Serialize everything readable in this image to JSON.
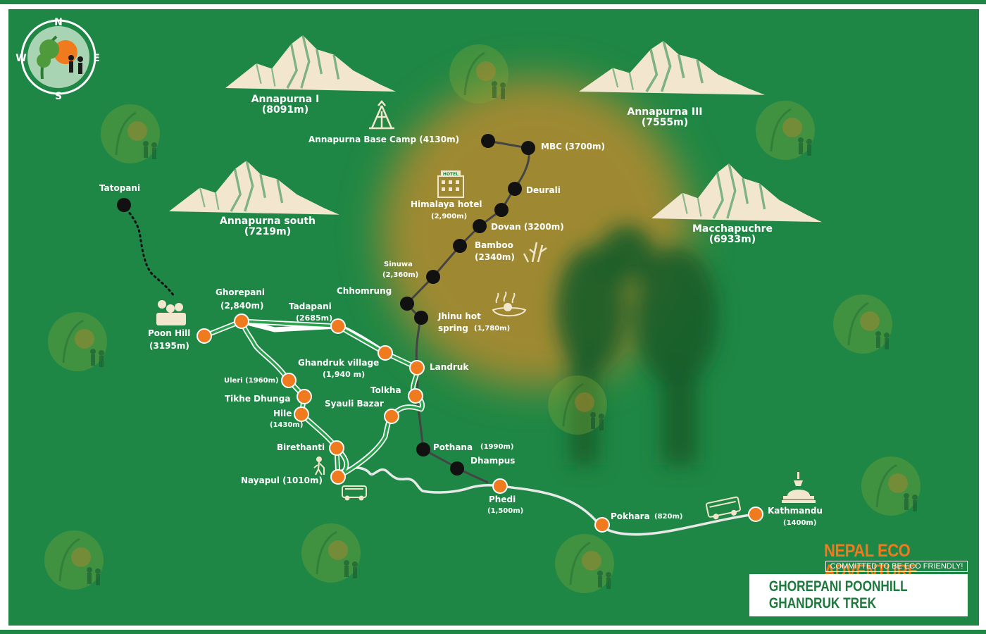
{
  "compass": {
    "n": "N",
    "s": "S",
    "e": "E",
    "w": "W"
  },
  "peaks": {
    "annapurna_1": {
      "name": "Annapurna I",
      "elev": "(8091m)"
    },
    "annapurna_3": {
      "name": "Annapurna III",
      "elev": "(7555m)"
    },
    "annapurna_south": {
      "name": "Annapurna south",
      "elev": "(7219m)"
    },
    "macchapuchre": {
      "name": "Macchapuchre",
      "elev": "(6933m)"
    }
  },
  "places": {
    "abc": "Annapurna Base Camp (4130m)",
    "mbc": "MBC (3700m)",
    "deurali": "Deurali",
    "himalaya": "Himalaya hotel",
    "himalaya_elev": "(2,900m)",
    "dovan": "Dovan (3200m)",
    "bamboo": "Bamboo",
    "bamboo_elev": "(2340m)",
    "sinuwa": "Sinuwa",
    "sinuwa_elev": "(2,360m)",
    "chhomrung": "Chhomrung",
    "jhinu_1": "Jhinu hot",
    "jhinu_2": "spring",
    "jhinu_elev": "(1,780m)",
    "tatopani": "Tatopani",
    "ghorepani": "Ghorepani",
    "ghorepani_elev": "(2,840m)",
    "tadapani": "Tadapani",
    "tadapani_elev": "(2685m)",
    "poonhill": "Poon Hill",
    "poonhill_elev": "(3195m)",
    "ghandruk": "Ghandruk village",
    "ghandruk_elev": "(1,940 m)",
    "landruk": "Landruk",
    "uleri": "Uleri (1960m)",
    "tolkha": "Tolkha",
    "tikhe": "Tikhe Dhunga",
    "syauli": "Syauli Bazar",
    "hile": "Hile",
    "hile_elev": "(1430m)",
    "birethanti": "Birethanti",
    "pothana": "Pothana",
    "pothana_elev": "(1990m)",
    "dhampus": "Dhampus",
    "nayapul": "Nayapul (1010m)",
    "phedi": "Phedi",
    "phedi_elev": "(1,500m)",
    "pokhara": "Pokhara",
    "pokhara_elev": "(820m)",
    "kathmandu": "Kathmandu",
    "kathmandu_elev": "(1400m)"
  },
  "hotel_sign": "HOTEL",
  "brand": {
    "name": "NEPAL ECO ADVENTURE",
    "tagline": "COMMITTED TO BE ECO FRIENDLY!",
    "trek_title": "GHOREPANI POONHILL GHANDRUK TREK"
  },
  "colors": {
    "background": "#1e8745",
    "frame": "#ffffff",
    "orange_stop": "#f07a1e",
    "black_stop": "#111111",
    "road": "#e8e8e8",
    "trail_green": "#2aa24d",
    "brand_orange": "#f07a1e",
    "mountain": "#f2e6cf"
  }
}
